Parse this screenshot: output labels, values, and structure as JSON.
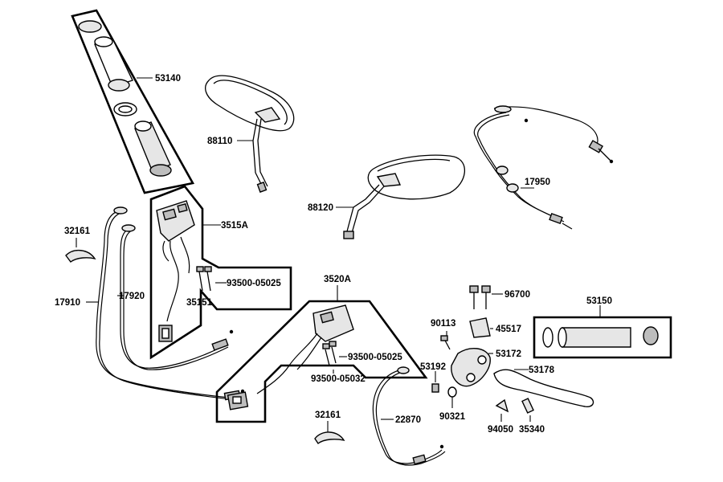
{
  "labels": {
    "p53140": "53140",
    "p88110": "88110",
    "p88120": "88120",
    "p17950": "17950",
    "p32161a": "32161",
    "p3515A": "3515A",
    "p17910": "17910",
    "p17920": "17920",
    "p93500_05025a": "93500-05025",
    "p35151": "35151",
    "p3520A": "3520A",
    "p93500_05025b": "93500-05025",
    "p93500_05032": "93500-05032",
    "p96700": "96700",
    "p53150": "53150",
    "p90113": "90113",
    "p45517": "45517",
    "p53172": "53172",
    "p53192": "53192",
    "p53178": "53178",
    "p90321": "90321",
    "p22870": "22870",
    "p32161b": "32161",
    "p94050": "94050",
    "p35340": "35340"
  }
}
